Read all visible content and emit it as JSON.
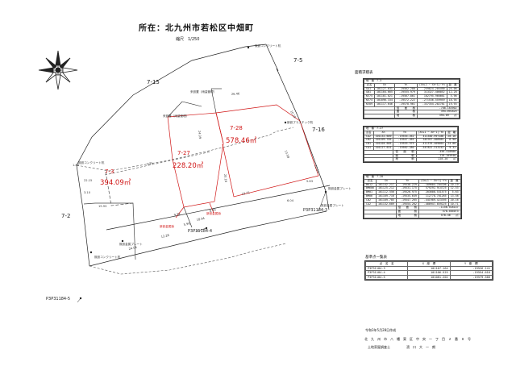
{
  "title": "所在：北九州市若松区中畑町",
  "scale": "縮尺　1/250",
  "lots": {
    "n7_5": "7-5",
    "n7_15": "7-15",
    "n7_16": "7-16",
    "n7_2": "7-2",
    "n7_3": "7-3",
    "n7_3_area": "394.09㎡",
    "n7_27": "7-27",
    "n7_27_area": "228.20㎡",
    "n7_28": "7-28",
    "n7_28_area": "578.46㎡"
  },
  "annotations": {
    "block_top": "既設コンクリート杭",
    "drain1": "来設置（雨量管理）",
    "drain2": "来設置（雨量管理）",
    "plastic": "新設プラスチック杭",
    "block_left": "既設コンクリート杭",
    "metal_right": "既設金属プレート",
    "metal_mid": "既設金属プレート",
    "metal_bottom": "既設金属プレート",
    "new_metal1": "新設金属鋲",
    "new_metal2": "新設金属鋲",
    "block_bottom": "既設コンクリート杭"
  },
  "points": {
    "p3": "P3P31184-3",
    "p4": "P3P31184-4",
    "p5": "P3P31184-5"
  },
  "area_table_title": "面積求積表",
  "tables": [
    {
      "name": "地　番　7-3",
      "header": [
        "点名",
        "Xn",
        "Yn",
        "(Xn+1 − Xn−1)·Yn",
        "距　離"
      ],
      "rows": [
        [
          "GA1",
          "101127.631",
          "-19562.280",
          "-259024.205490",
          "24.06"
        ],
        [
          "GB1",
          "101104.605",
          "-19555.979",
          "313327.406052",
          "12.28"
        ],
        [
          "KE75",
          "101101.021",
          "-19567.861",
          "102795.966661",
          "5.96"
        ],
        [
          "KE74",
          "101096.334",
          "-19572.222",
          "-271536.559959",
          "18.94"
        ],
        [
          "KE89",
          "101117.646",
          "-19578.961",
          "-337354.202781",
          "19.93"
        ]
      ],
      "sums": [
        [
          "倍　　面　　積",
          "-788.183902"
        ],
        [
          "面　　　　　積",
          "394.091825"
        ],
        [
          "地　　　　　積",
          "394.09　　㎡"
        ]
      ]
    },
    {
      "name": "地　番　7-27",
      "header": [
        "点名",
        "Xn",
        "Yn",
        "(Xn+1 − Xn−1)·Yn",
        "距　離"
      ],
      "rows": [
        [
          "CA2",
          "101132.609",
          "-19554.262",
          "411340.997186",
          "20.16"
        ],
        [
          "CB2",
          "101109.785",
          "-19547.265",
          "345767.408985",
          "6.90"
        ],
        [
          "CB1",
          "101104.605",
          "-19555.979",
          "-411376.409004",
          "24.06"
        ],
        [
          "CA1",
          "101127.631",
          "-19562.280",
          "-547822.313152",
          "9.32"
        ]
      ],
      "sums": [
        [
          "倍　　面　　積",
          "-456.410986"
        ],
        [
          "面　　　　　積",
          "228.205946"
        ],
        [
          "地　　　　　積",
          "228.20　　㎡"
        ]
      ]
    },
    {
      "name": "地　番　7-28",
      "header": [
        "点名",
        "Xn",
        "Yn",
        "(Xn+1 − Xn−1)·Yn",
        "距　離"
      ],
      "rows": [
        [
          "BK12",
          "101142.217",
          "-19538.229",
          "-189604.704706",
          "10.19"
        ],
        [
          "BM606",
          "101125.212",
          "-19531.175",
          "579292.914725",
          "12.53"
        ],
        [
          "BM01",
          "101112.556",
          "-19526.975",
          "203608.531575",
          "5.63"
        ],
        [
          "BM06",
          "101109.716",
          "-19535.649",
          "112778.701265",
          "13.58"
        ],
        [
          "CB2",
          "101109.785",
          "-19547.265",
          "-441989.423395",
          "20.16"
        ],
        [
          "CA2",
          "101132.609",
          "-19554.262",
          "-480947.859225",
          "10.71"
        ]
      ],
      "sums": [
        [
          "倍　　面　　積",
          "-1156.928147"
        ],
        [
          "面　　　　　積",
          "578.464073"
        ],
        [
          "地　　　　　積",
          "578.46　　㎡"
        ]
      ]
    }
  ],
  "bp_table": {
    "title": "基準点一覧表",
    "header": [
      "点　名　名",
      "X　座　標",
      "Y　座　標"
    ],
    "rows": [
      [
        "P3P31184-3",
        "101107.164",
        "-19526.141"
      ],
      [
        "P3P31184-4",
        "101106.525",
        "-19554.616"
      ],
      [
        "P3P31184-5",
        "101081.202",
        "-19579.566"
      ]
    ]
  },
  "footer": {
    "date": "令和3年5月28日作成",
    "address": "北　九　州　市　八　幡　東　区　中　央　一　丁　目　２　番　８　号",
    "surveyor": "土地家屋調査士　　　　　濱　口　大　一　朗"
  },
  "dims": {
    "d1": "26.46",
    "d2": "24.09",
    "d3": "20.16",
    "d4": "13.58",
    "d5": "24.06",
    "d6": "12.28",
    "d7": "5.96",
    "d8": "18.94",
    "d9": "19.93",
    "d10": "10.71",
    "d11": "9.32",
    "d12": "6.90",
    "d13": "5.63",
    "d14": "12.53",
    "d15": "10.19",
    "d16": "22.15",
    "d17": "7.75",
    "d18": "6.04",
    "d19": "3.10",
    "d20": "1.45"
  }
}
